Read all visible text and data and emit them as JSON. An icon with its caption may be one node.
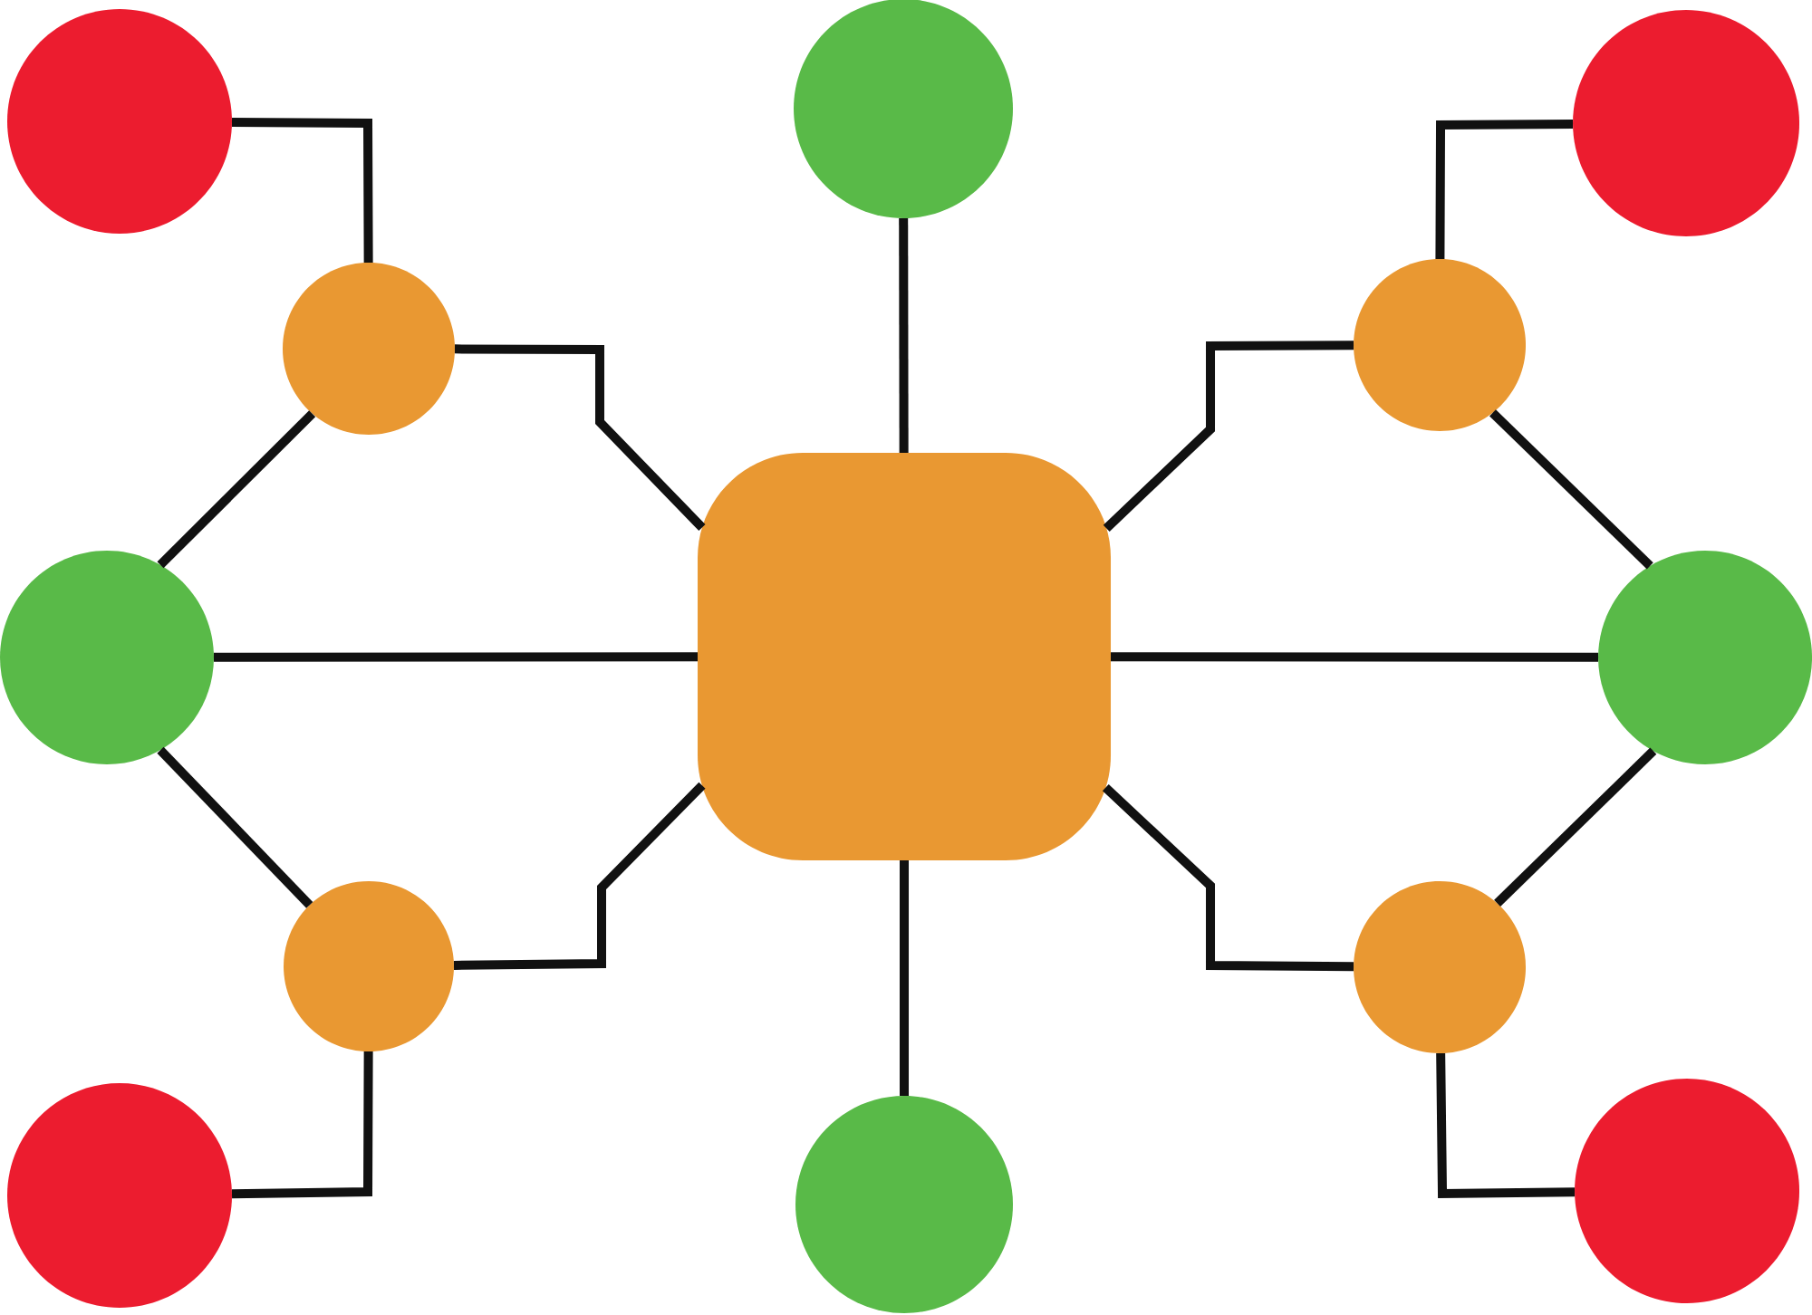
{
  "diagram": {
    "nodes": [
      {
        "text": [],
        "shape": "circle"
      },
      {
        "text": [],
        "shape": "circle"
      },
      {
        "text": [],
        "shape": "circle"
      },
      {
        "text": [],
        "shape": "circle"
      },
      {
        "text": [],
        "shape": "circle"
      },
      {
        "text": [],
        "shape": "circle"
      },
      {
        "text": [],
        "shape": "box"
      },
      {
        "text": [],
        "shape": "circle"
      },
      {
        "text": [],
        "shape": "circle"
      },
      {
        "text": [],
        "shape": "circle"
      },
      {
        "text": [],
        "shape": "circle"
      },
      {
        "text": [],
        "shape": "circle"
      },
      {
        "text": [],
        "shape": "circle"
      }
    ],
    "edges": [
      {
        "from": 0,
        "to": 3,
        "arrow": "none"
      },
      {
        "from": 1,
        "to": 6,
        "arrow": "none"
      },
      {
        "from": 2,
        "to": 4,
        "arrow": "none"
      },
      {
        "from": 3,
        "to": 6,
        "arrow": "none"
      },
      {
        "from": 4,
        "to": 6,
        "arrow": "none"
      },
      {
        "from": 5,
        "to": 3,
        "arrow": "none"
      },
      {
        "from": 5,
        "to": 6,
        "arrow": "none"
      },
      {
        "from": 5,
        "to": 8,
        "arrow": "none"
      },
      {
        "from": 7,
        "to": 4,
        "arrow": "none"
      },
      {
        "from": 7,
        "to": 6,
        "arrow": "none"
      },
      {
        "from": 7,
        "to": 9,
        "arrow": "none"
      },
      {
        "from": 8,
        "to": 6,
        "arrow": "none"
      },
      {
        "from": 9,
        "to": 6,
        "arrow": "none"
      },
      {
        "from": 10,
        "to": 8,
        "arrow": "none"
      },
      {
        "from": 11,
        "to": 6,
        "arrow": "none"
      },
      {
        "from": 12,
        "to": 9,
        "arrow": "none"
      }
    ]
  }
}
